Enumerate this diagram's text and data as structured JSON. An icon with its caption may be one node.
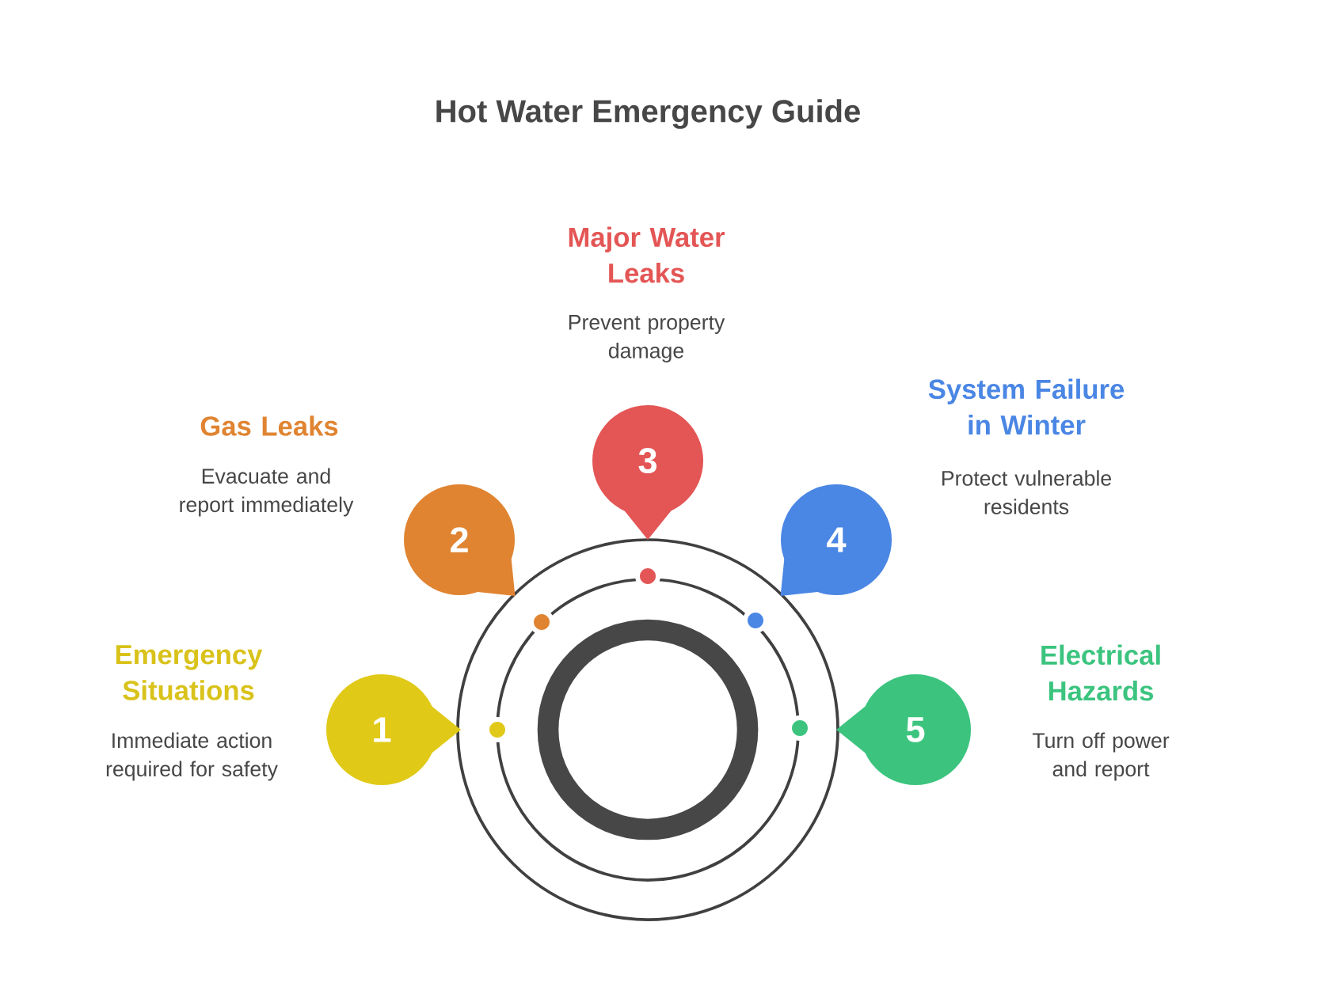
{
  "diagram": {
    "title": "Hot Water Emergency Guide",
    "nodes": [
      {
        "text": [
          "1"
        ],
        "beside": [
          "Emergency Situations",
          "Immediate action required for safety"
        ]
      },
      {
        "text": [
          "2"
        ],
        "beside": [
          "Gas Leaks",
          "Evacuate and report immediately"
        ]
      },
      {
        "text": [
          "3"
        ],
        "beside": [
          "Major Water Leaks",
          "Prevent property damage"
        ]
      },
      {
        "text": [
          "4"
        ],
        "beside": [
          "System Failure in Winter",
          "Protect vulnerable residents"
        ]
      },
      {
        "text": [
          "5"
        ],
        "beside": [
          "Electrical Hazards",
          "Turn off power and report"
        ]
      }
    ]
  }
}
